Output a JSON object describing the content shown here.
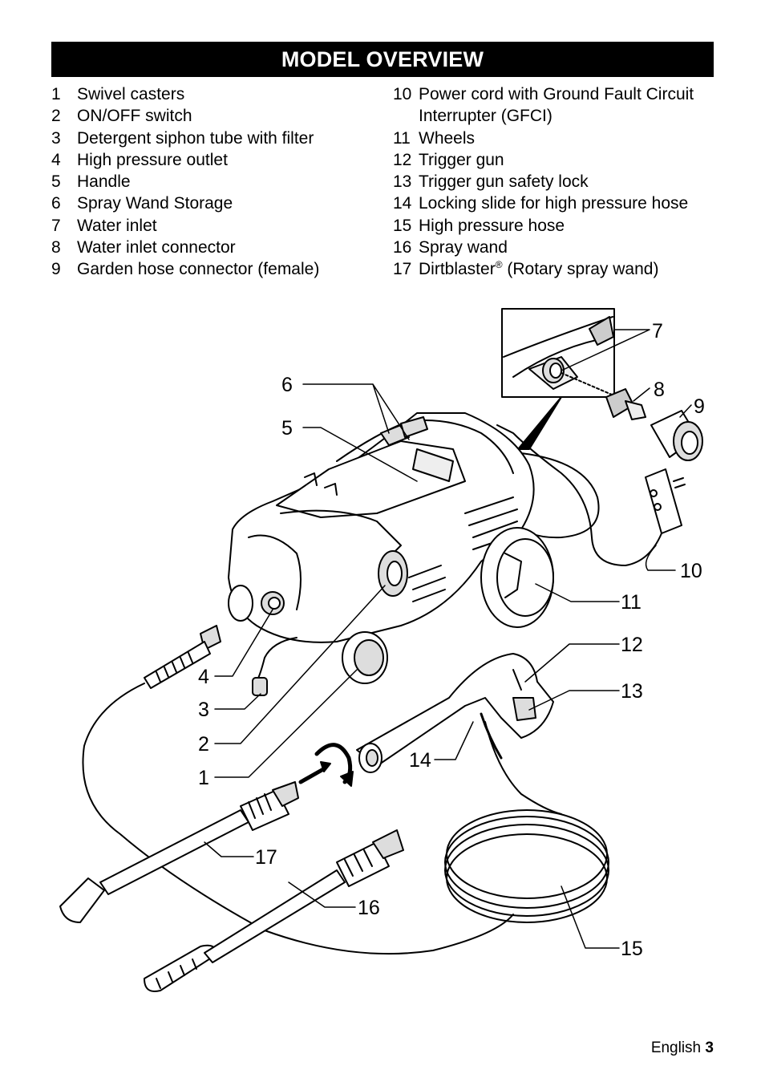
{
  "page": {
    "title": "MODEL OVERVIEW",
    "footer_language": "English",
    "footer_page": "3"
  },
  "legend_left": [
    {
      "num": "1",
      "text": "Swivel casters"
    },
    {
      "num": "2",
      "text": "ON/OFF switch"
    },
    {
      "num": "3",
      "text": "Detergent siphon tube with filter"
    },
    {
      "num": "4",
      "text": "High pressure outlet"
    },
    {
      "num": "5",
      "text": "Handle"
    },
    {
      "num": "6",
      "text": "Spray Wand Storage"
    },
    {
      "num": "7",
      "text": "Water inlet"
    },
    {
      "num": "8",
      "text": "Water inlet connector"
    },
    {
      "num": "9",
      "text": "Garden hose connector (female)"
    }
  ],
  "legend_right": [
    {
      "num": "10",
      "text": "Power cord with Ground Fault Circuit",
      "cont": "Interrupter (GFCI)"
    },
    {
      "num": "11",
      "text": "Wheels"
    },
    {
      "num": "12",
      "text": "Trigger gun"
    },
    {
      "num": "13",
      "text": "Trigger gun safety lock"
    },
    {
      "num": "14",
      "text": "Locking slide for high pressure hose"
    },
    {
      "num": "15",
      "text": "High pressure hose"
    },
    {
      "num": "16",
      "text": "Spray wand"
    },
    {
      "num": "17",
      "text": "Dirtblaster",
      "sup": "®",
      "after": " (Rotary spray wand)"
    }
  ],
  "callouts": [
    "1",
    "2",
    "3",
    "4",
    "5",
    "6",
    "7",
    "8",
    "9",
    "10",
    "11",
    "12",
    "13",
    "14",
    "15",
    "16",
    "17"
  ]
}
